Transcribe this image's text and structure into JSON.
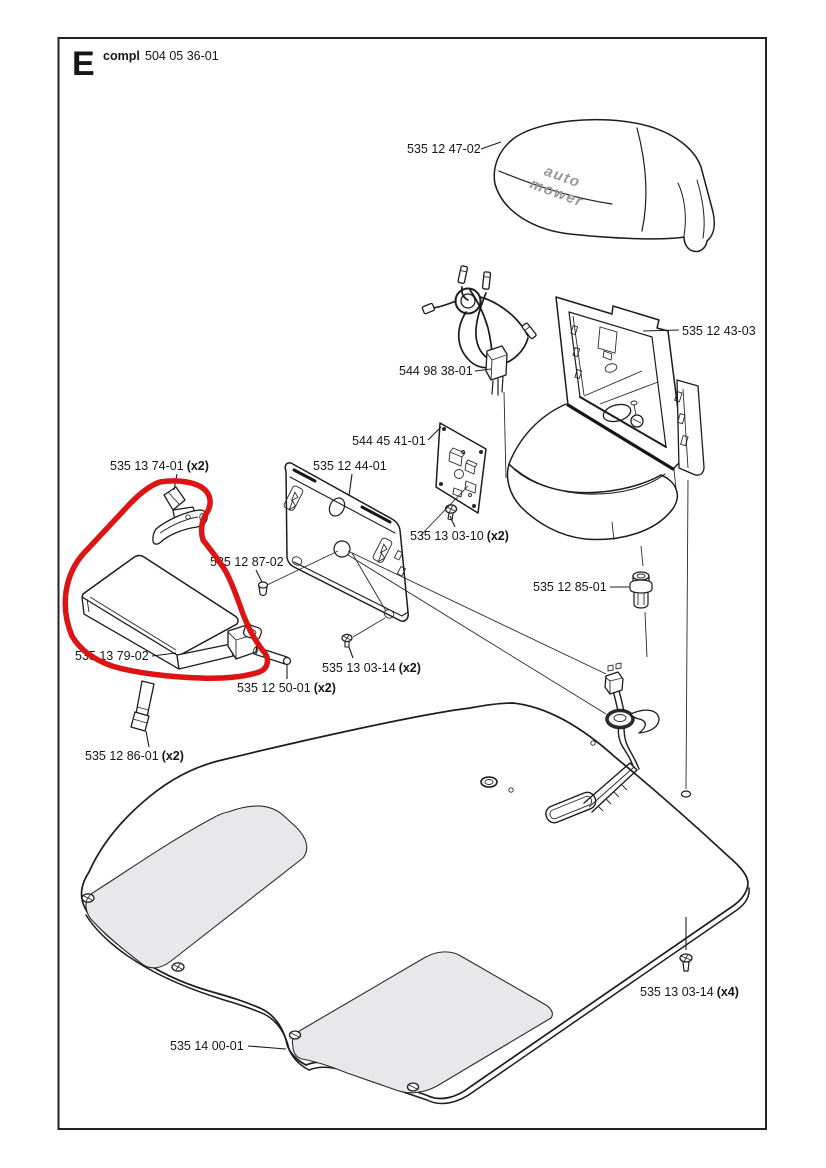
{
  "header": {
    "section_letter": "E",
    "assembly_prefix": "compl",
    "assembly_number": "504 05 36-01"
  },
  "brand_logo": {
    "line1": "auto",
    "line2": "mower"
  },
  "colors": {
    "line": "#1c1c1c",
    "shade_gray": "#e8e8ea",
    "annotation_red": "#dd1414",
    "logo_gray": "#97979b"
  },
  "labels": {
    "top_cover": {
      "number": "535 12 47-02",
      "qty": ""
    },
    "rear_housing": {
      "number": "535 12 43-03",
      "qty": ""
    },
    "wiring_harness": {
      "number": "544 98 38-01",
      "qty": ""
    },
    "circuit_board": {
      "number": "544 45 41-01",
      "qty": ""
    },
    "mounting_plate": {
      "number": "535 12 44-01",
      "qty": ""
    },
    "hinge_bracket": {
      "number": "535 13 74-01",
      "qty": "(x2)"
    },
    "screw_0310": {
      "number": "535 13 03-10",
      "qty": "(x2)"
    },
    "screw_8702": {
      "number": "535 12 87-02",
      "qty": ""
    },
    "latch_knob": {
      "number": "535 12 85-01",
      "qty": ""
    },
    "hatch_lid": {
      "number": "535 13 79-02",
      "qty": ""
    },
    "screw_0314_x2": {
      "number": "535 13 03-14",
      "qty": "(x2)"
    },
    "hinge_pin": {
      "number": "535 12 50-01",
      "qty": "(x2)"
    },
    "strap": {
      "number": "535 12 86-01",
      "qty": "(x2)"
    },
    "screw_0314_x4": {
      "number": "535 13 03-14",
      "qty": "(x4)"
    },
    "chassis_plate": {
      "number": "535 14 00-01",
      "qty": ""
    }
  }
}
